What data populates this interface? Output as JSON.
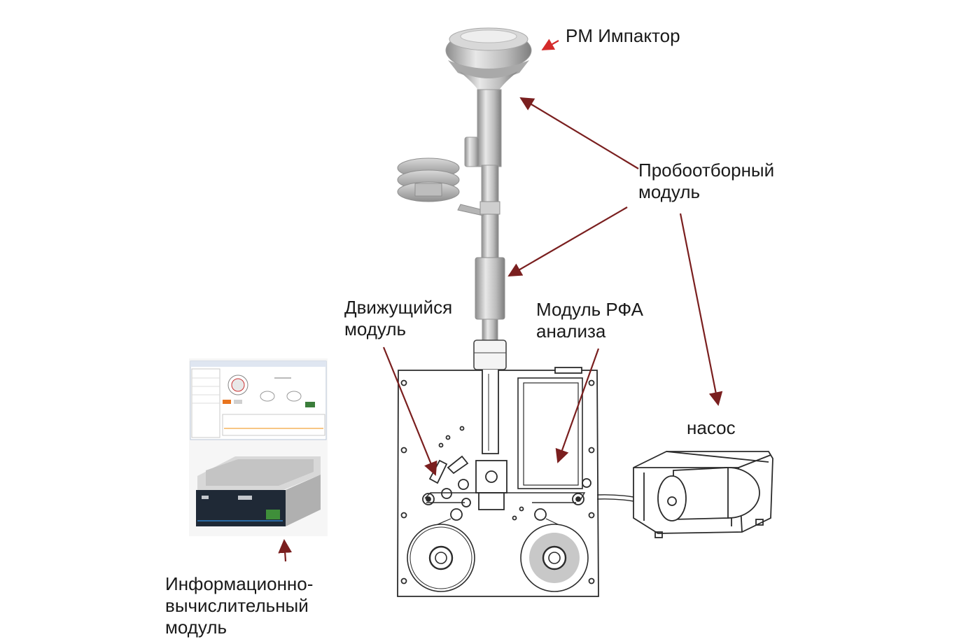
{
  "colors": {
    "arrow": "#7a1f1f",
    "arrow_accent": "#d42a2a",
    "line": "#2b2b2b",
    "metal_light": "#e6e6e6",
    "metal_mid": "#bdbdbd",
    "metal_dark": "#8a8a8a",
    "background": "#ffffff"
  },
  "labels": {
    "impactor": "PM Импактор",
    "sampling": [
      "Пробоотборный",
      "модуль"
    ],
    "moving": [
      "Движущийся",
      "модуль"
    ],
    "xrf": [
      "Модуль РФА",
      "анализа"
    ],
    "pump": "насос",
    "computer": [
      "Информационно-",
      "вычислительный",
      "модуль"
    ]
  },
  "icons": [
    "impactor-head-icon",
    "radiation-shield-icon",
    "tape-reel-icon",
    "pump-icon",
    "computer-unit-icon",
    "software-screen-icon"
  ]
}
